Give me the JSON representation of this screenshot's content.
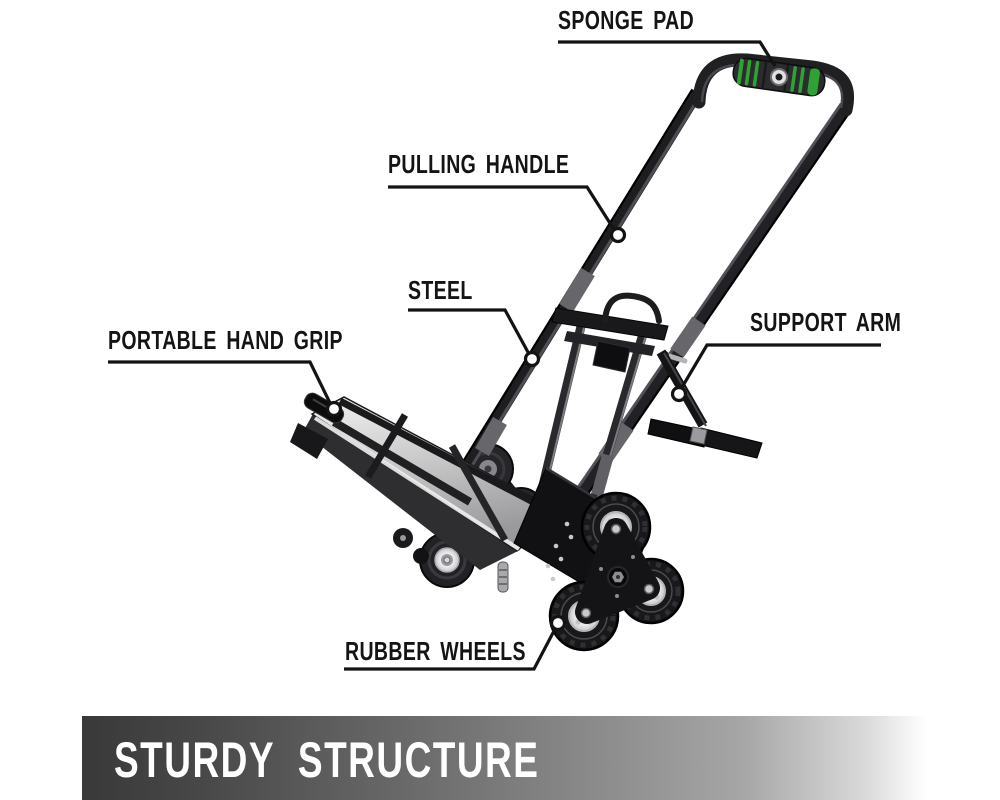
{
  "product_diagram": {
    "description": "Annotated product image of a folding stair-climbing hand truck with tri-star rubber wheels",
    "callouts": [
      {
        "id": "sponge-pad",
        "label": "SPONGE PAD"
      },
      {
        "id": "pulling-handle",
        "label": "PULLING HANDLE"
      },
      {
        "id": "steel",
        "label": "STEEL"
      },
      {
        "id": "support-arm",
        "label": "SUPPORT ARM"
      },
      {
        "id": "portable-hand-grip",
        "label": "PORTABLE HAND GRIP"
      },
      {
        "id": "rubber-wheels",
        "label": "RUBBER WHEELS"
      }
    ],
    "banner": {
      "title": "STURDY STRUCTURE"
    },
    "colors": {
      "background": "#ffffff",
      "label_text": "#141414",
      "leader_line": "#131313",
      "frame_black": "#1e1e21",
      "sponge_accent_green": "#2fa135",
      "wheel_hub_white": "#ececee",
      "toe_plate_metal": "#c9c9c9",
      "banner_gradient_start": "#393939",
      "banner_gradient_end": "#ffffff",
      "banner_text": "#ffffff"
    },
    "icons": [
      {
        "name": "callout-marker-icon",
        "glyph": "hollow-circle"
      }
    ]
  }
}
